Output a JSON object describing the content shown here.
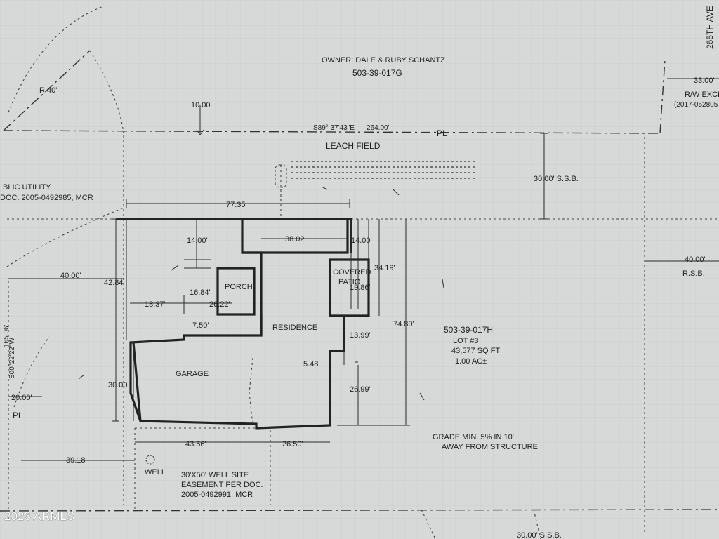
{
  "header": {
    "owner": "OWNER: DALE & RUBY SCHANTZ",
    "parcel_north": "503-39-017G"
  },
  "leach": {
    "bearing": "S89° 37'43\"E",
    "distance": "264.00'",
    "pl": "PL",
    "label": "LEACH FIELD"
  },
  "utility": {
    "line1": "BLIC UTILITY",
    "line2": "DOC. 2005-0492985, MCR"
  },
  "street": {
    "name": "265TH AVE",
    "width": "33.00'",
    "rw_line1": "R/W EXCE",
    "rw_line2": "(2017-052805"
  },
  "setbacks": {
    "radius": "R 40'",
    "north": "10.00'",
    "ssb": "30.00' S.S.B.",
    "rsb_value": "40.00'",
    "rsb_label": "R.S.B.",
    "west_side": "40.00'",
    "bottom": "30.00' S.S.B."
  },
  "lot": {
    "parcel": "503-39-017H",
    "lot_no": "LOT #3",
    "area": "43,577 SQ FT",
    "acres": "1.00 AC±"
  },
  "rooms": {
    "porch": "PORCH",
    "patio_1": "COVERED",
    "patio_2": "PATIO",
    "residence": "RESIDENCE",
    "garage": "GARAGE"
  },
  "dims": {
    "d77": "77.35'",
    "d38": "38.02'",
    "d14a": "14.00'",
    "d14b": "14.00'",
    "d3419": "34.19'",
    "d1986": "19.86'",
    "d7480": "74.80'",
    "d4284": "42.84'",
    "d1837": "18.37'",
    "d1684": "16.84'",
    "d2622": "26.22'",
    "d750": "7.50'",
    "d1399": "13.99'",
    "d548": "5.48'",
    "d2699": "26.99'",
    "d3000": "30.00'",
    "d4356": "43.56'",
    "d2650": "26.50'",
    "d3918": "39.18'",
    "d2000": "20.00'",
    "west_bearing": "S00°22'22\"W",
    "west_dist": "165.06'",
    "pl_left": "PL"
  },
  "notes": {
    "grade_1": "GRADE MIN. 5% IN 10'",
    "grade_2": "AWAY FROM STRUCTURE",
    "well": "WELL",
    "well_1": "30'X50' WELL SITE",
    "well_2": "EASEMENT PER DOC.",
    "well_3": "2005-0492991, MCR"
  },
  "watermark": "2023 ARMLS"
}
